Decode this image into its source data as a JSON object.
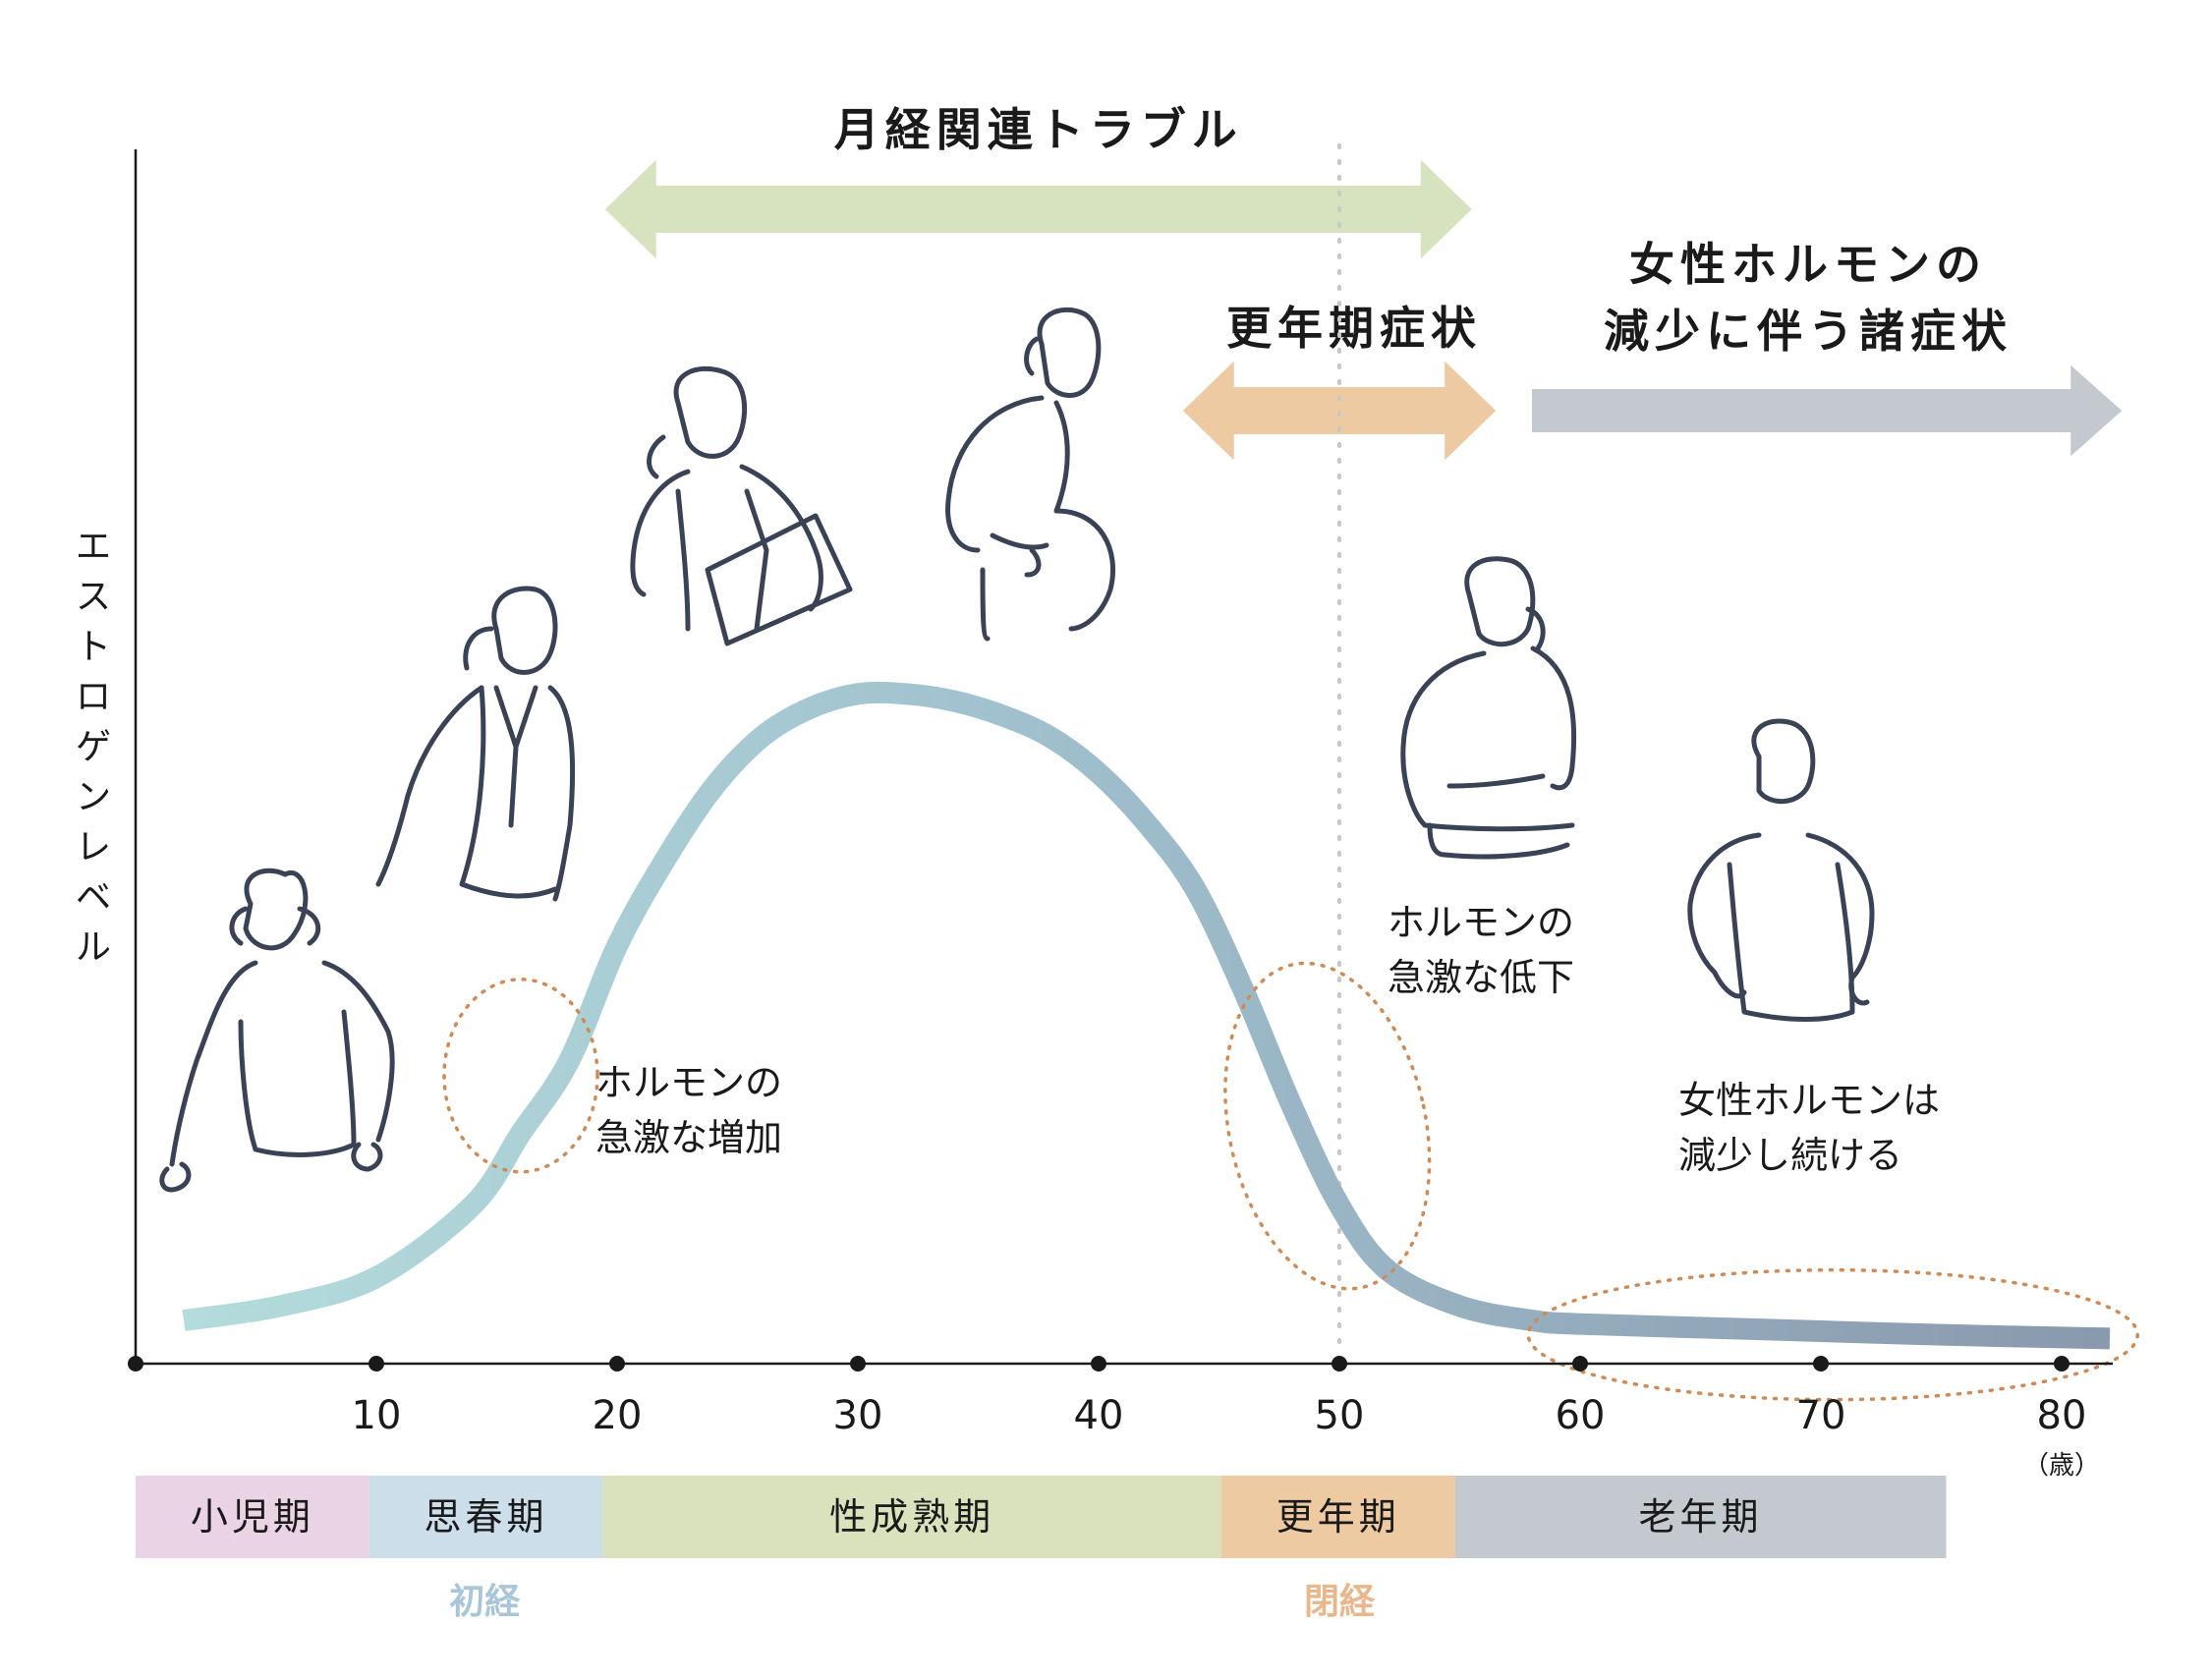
{
  "chart_data": {
    "type": "line",
    "ylabel": "エストロゲンレベル",
    "x_unit": "（歳）",
    "xlim": [
      0,
      82
    ],
    "ylim": [
      0,
      100
    ],
    "x_ticks": [
      {
        "value": 0,
        "label": ""
      },
      {
        "value": 10,
        "label": "10"
      },
      {
        "value": 20,
        "label": "20"
      },
      {
        "value": 30,
        "label": "30"
      },
      {
        "value": 40,
        "label": "40"
      },
      {
        "value": 50,
        "label": "50"
      },
      {
        "value": 60,
        "label": "60"
      },
      {
        "value": 70,
        "label": "70"
      },
      {
        "value": 80,
        "label": "80"
      }
    ],
    "series": [
      {
        "name": "",
        "x": [
          2,
          6,
          10,
          14,
          16,
          18,
          20,
          22,
          24,
          26,
          28,
          30,
          32,
          34,
          36,
          38,
          40,
          42,
          44,
          46,
          48,
          50,
          52,
          55,
          58,
          60,
          65,
          70,
          75,
          82
        ],
        "y": [
          6,
          8,
          12,
          22,
          32,
          42,
          58,
          70,
          80,
          87,
          91,
          93,
          93,
          92,
          90,
          87,
          82,
          75,
          66,
          52,
          36,
          22,
          13,
          8,
          6,
          5.5,
          5,
          4.5,
          4,
          3.5
        ]
      }
    ],
    "vline": {
      "x": 50
    },
    "annotations": [
      {
        "lines": [
          "ホルモンの",
          "急激な増加"
        ],
        "x": 16.5,
        "y": 40
      },
      {
        "lines": [
          "ホルモンの",
          "急激な低下"
        ],
        "x": 48.5,
        "y": 35
      },
      {
        "lines": [
          "女性ホルモンは",
          "減少し続ける"
        ],
        "x": 69,
        "y": 5
      }
    ],
    "ranges": [
      {
        "label": "月経関連トラブル",
        "from": 19.5,
        "to": 55.5,
        "color": "#d7e2bf"
      },
      {
        "label": "更年期症状",
        "from": 43.5,
        "to": 56.5,
        "color": "#eecaa3"
      },
      {
        "label": "女性ホルモンの\n減少に伴う諸症状",
        "from": 58,
        "to": 82.5,
        "color": "#c4c8cf"
      }
    ],
    "life_stages": [
      {
        "label": "小児期",
        "from": 0,
        "to": 9.7,
        "color": "#ebd3e6"
      },
      {
        "label": "思春期",
        "from": 9.7,
        "to": 19.4,
        "color": "#ccdeea"
      },
      {
        "label": "性成熟期",
        "from": 19.4,
        "to": 45.1,
        "color": "#d9e2bd"
      },
      {
        "label": "更年期",
        "from": 45.1,
        "to": 54.8,
        "color": "#eecaa3"
      },
      {
        "label": "老年期",
        "from": 54.8,
        "to": 75.2,
        "color": "#c4c8cf"
      }
    ],
    "stage_markers": [
      {
        "label": "初経",
        "x": 14.5,
        "color": "#a8c6d8"
      },
      {
        "label": "閉経",
        "x": 50,
        "color": "#e8b78b"
      }
    ],
    "grid": false,
    "legend": "none"
  },
  "colors": {
    "axis": "#1a1a1a",
    "curve_start": "#b4dcdc",
    "curve_mid": "#9fbfcd",
    "curve_end": "#8a99ad",
    "dots": "#d08a55",
    "vline": "#c8c8c8",
    "figure": "#3a4256"
  }
}
